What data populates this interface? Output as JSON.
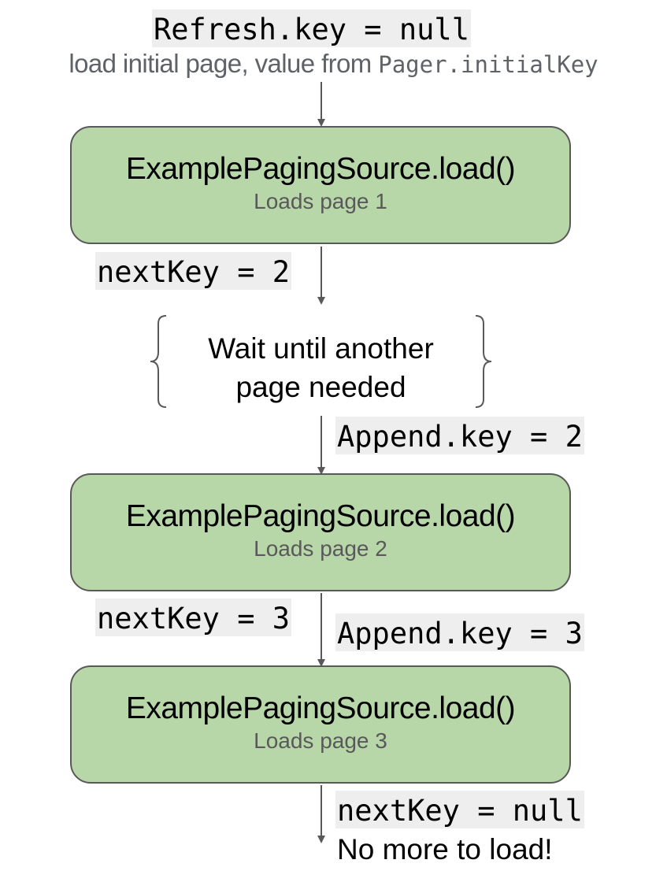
{
  "header": {
    "refresh_key": "Refresh.key = null",
    "subtitle_prefix": "load initial page, value from ",
    "subtitle_code": "Pager.initialKey"
  },
  "boxes": [
    {
      "title": "ExamplePagingSource.load()",
      "subtitle": "Loads page 1"
    },
    {
      "title": "ExamplePagingSource.load()",
      "subtitle": "Loads page 2"
    },
    {
      "title": "ExamplePagingSource.load()",
      "subtitle": "Loads page 3"
    }
  ],
  "labels": {
    "next_key_1": "nextKey = 2",
    "wait_line1": "Wait until another",
    "wait_line2": "page needed",
    "append_key_2": "Append.key = 2",
    "next_key_2": "nextKey = 3",
    "append_key_3": "Append.key = 3",
    "next_key_3": "nextKey = null",
    "final_message": "No more to load!"
  },
  "colors": {
    "box_fill": "#b7d7a8",
    "box_border": "#595959",
    "code_background": "#eeeeee",
    "arrow": "#595959"
  }
}
